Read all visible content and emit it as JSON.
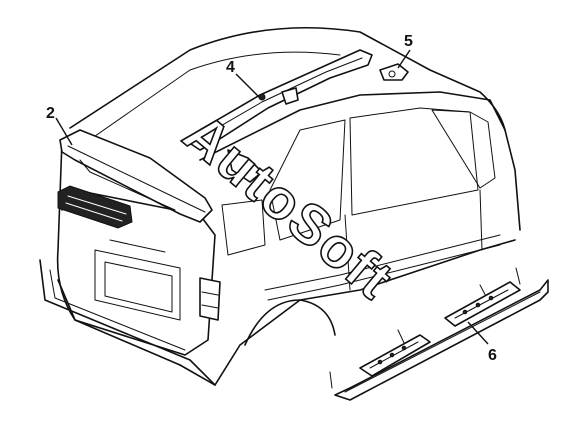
{
  "watermark": "AutoSoft",
  "callouts": [
    {
      "id": "2",
      "label": "2"
    },
    {
      "id": "4",
      "label": "4"
    },
    {
      "id": "5",
      "label": "5"
    },
    {
      "id": "6",
      "label": "6"
    }
  ]
}
